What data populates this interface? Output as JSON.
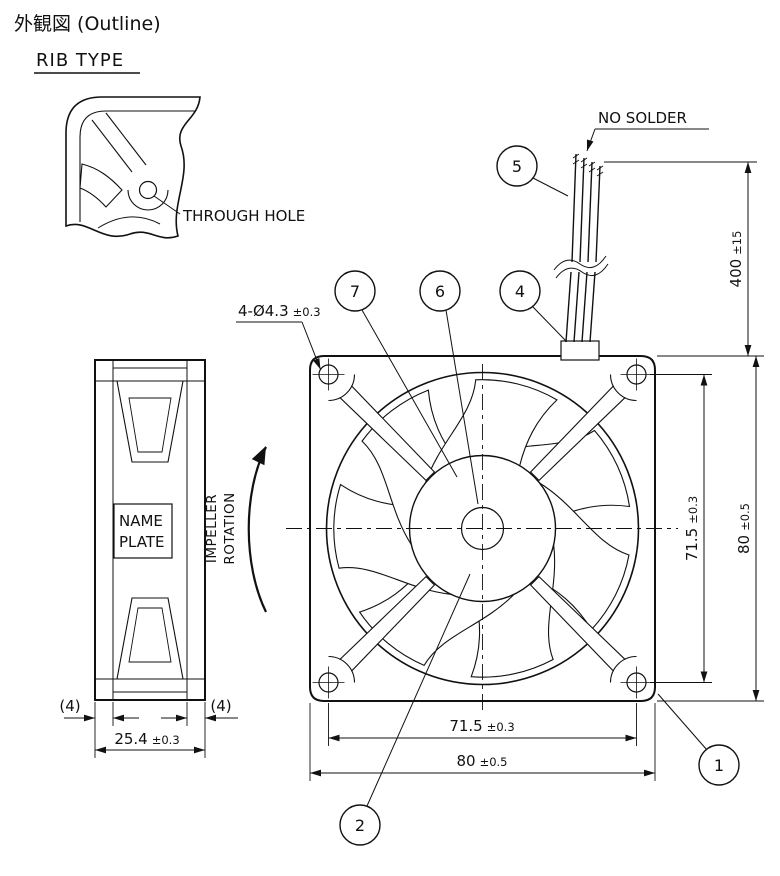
{
  "colors": {
    "ink": "#1a1a1a",
    "background": "#ffffff"
  },
  "labels": {
    "title": "外観図 (Outline)",
    "subtitle": "RIB TYPE",
    "through_hole": "THROUGH HOLE",
    "no_solder": "NO SOLDER",
    "impeller": "IMPELLER",
    "rotation": "ROTATION",
    "name_plate_1": "NAME",
    "name_plate_2": "PLATE"
  },
  "dimensions": {
    "mounting_holes": {
      "value": "4-Ø4.3",
      "tol": "±0.3"
    },
    "hole_pitch_horizontal": {
      "value": "71.5",
      "tol": "±0.3"
    },
    "width": {
      "value": "80",
      "tol": "±0.5"
    },
    "hole_pitch_vertical": {
      "value": "71.5",
      "tol": "±0.3"
    },
    "height": {
      "value": "80",
      "tol": "±0.5"
    },
    "depth": {
      "value": "25.4",
      "tol": "±0.3"
    },
    "flange_left": "(4)",
    "flange_right": "(4)",
    "lead_wire_length": {
      "value": "400",
      "tol": "±15"
    }
  },
  "callouts": {
    "c1": "1",
    "c2": "2",
    "c4": "4",
    "c5": "5",
    "c6": "6",
    "c7": "7"
  }
}
